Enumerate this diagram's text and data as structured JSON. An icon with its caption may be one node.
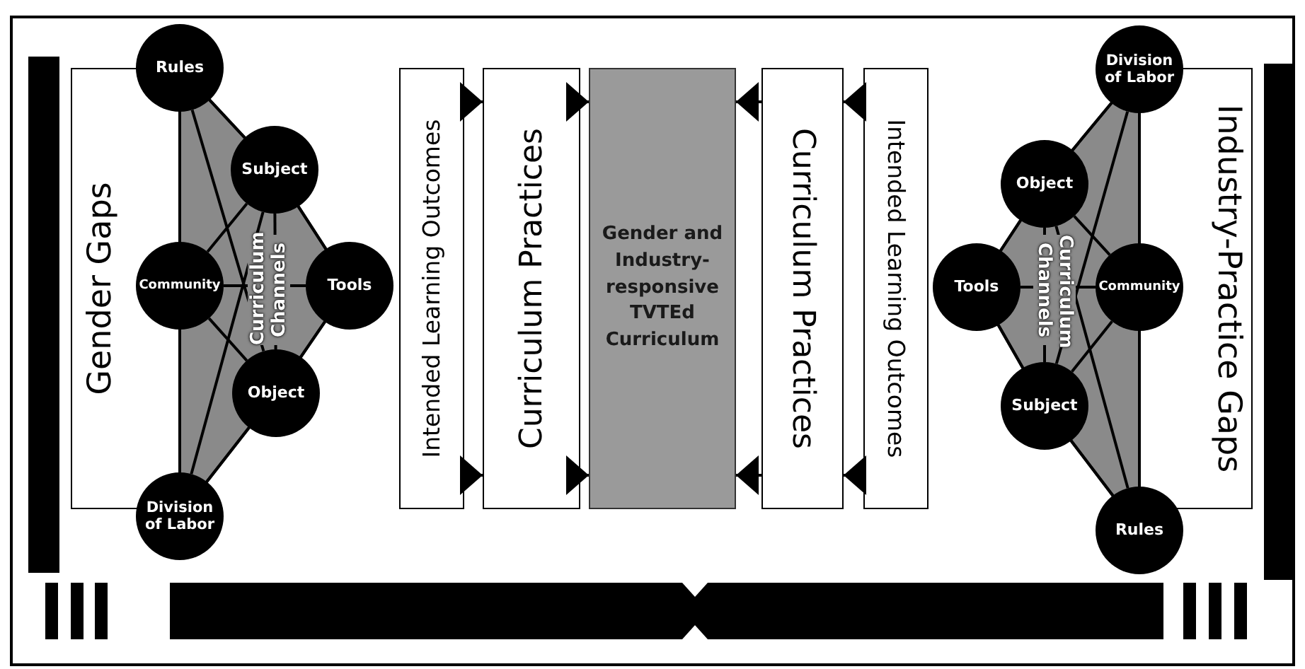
{
  "diagram": {
    "nodes": [
      {
        "text": [
          "Gender Gaps"
        ]
      },
      {
        "text": [
          "Rules"
        ]
      },
      {
        "text": [
          "Subject"
        ]
      },
      {
        "text": [
          "Community"
        ]
      },
      {
        "text": [
          "Tools"
        ]
      },
      {
        "text": [
          "Object"
        ]
      },
      {
        "text": [
          "Division of Labor"
        ]
      },
      {
        "text": [
          "Intended Learning Outcomes"
        ]
      },
      {
        "text": [
          "Curriculum Practices"
        ]
      },
      {
        "text": [
          "Gender and Industry-responsive TVTEd Curriculum"
        ]
      },
      {
        "text": [
          "Curriculum Practices"
        ]
      },
      {
        "text": [
          "Intended Learning Outcomes"
        ]
      },
      {
        "text": [
          "Division of Labor"
        ]
      },
      {
        "text": [
          "Object"
        ]
      },
      {
        "text": [
          "Tools"
        ]
      },
      {
        "text": [
          "Community"
        ]
      },
      {
        "text": [
          "Subject"
        ]
      },
      {
        "text": [
          "Rules"
        ]
      },
      {
        "text": [
          "Industry-Practice Gaps"
        ]
      },
      {
        "text": [],
        "shape": "bar"
      },
      {
        "text": [],
        "shape": "bar"
      }
    ],
    "edges": [
      {
        "from": 1,
        "to": 2,
        "arrow": "none"
      },
      {
        "from": 1,
        "to": 5,
        "arrow": "none"
      },
      {
        "from": 1,
        "to": 3,
        "arrow": "none"
      },
      {
        "from": 3,
        "to": 6,
        "arrow": "none"
      },
      {
        "from": 2,
        "to": 3,
        "arrow": "none"
      },
      {
        "from": 2,
        "to": 5,
        "arrow": "none"
      },
      {
        "from": 2,
        "to": 4,
        "arrow": "none"
      },
      {
        "from": 2,
        "to": 6,
        "arrow": "none"
      },
      {
        "from": 3,
        "to": 4,
        "arrow": "none"
      },
      {
        "from": 3,
        "to": 5,
        "arrow": "none"
      },
      {
        "from": 4,
        "to": 5,
        "arrow": "none"
      },
      {
        "from": 5,
        "to": 6,
        "arrow": "none"
      },
      {
        "from": 12,
        "to": 13,
        "arrow": "none"
      },
      {
        "from": 12,
        "to": 16,
        "arrow": "none"
      },
      {
        "from": 12,
        "to": 15,
        "arrow": "none"
      },
      {
        "from": 15,
        "to": 17,
        "arrow": "none"
      },
      {
        "from": 13,
        "to": 15,
        "arrow": "none"
      },
      {
        "from": 13,
        "to": 16,
        "arrow": "none"
      },
      {
        "from": 13,
        "to": 14,
        "arrow": "none"
      },
      {
        "from": 13,
        "to": 17,
        "arrow": "none"
      },
      {
        "from": 14,
        "to": 15,
        "arrow": "none"
      },
      {
        "from": 14,
        "to": 16,
        "arrow": "none"
      },
      {
        "from": 16,
        "to": 15,
        "arrow": "none"
      },
      {
        "from": 16,
        "to": 17,
        "arrow": "none"
      },
      {
        "from": 7,
        "to": 8,
        "arrow": "to"
      },
      {
        "from": 7,
        "to": 8,
        "arrow": "to"
      },
      {
        "from": 8,
        "to": 9,
        "arrow": "to"
      },
      {
        "from": 8,
        "to": 9,
        "arrow": "to"
      },
      {
        "from": 11,
        "to": 10,
        "arrow": "to"
      },
      {
        "from": 11,
        "to": 10,
        "arrow": "to"
      },
      {
        "from": 10,
        "to": 9,
        "arrow": "to"
      },
      {
        "from": 10,
        "to": 9,
        "arrow": "to"
      }
    ],
    "labels": [
      "Curriculum Channels",
      "Curriculum Channels"
    ]
  }
}
